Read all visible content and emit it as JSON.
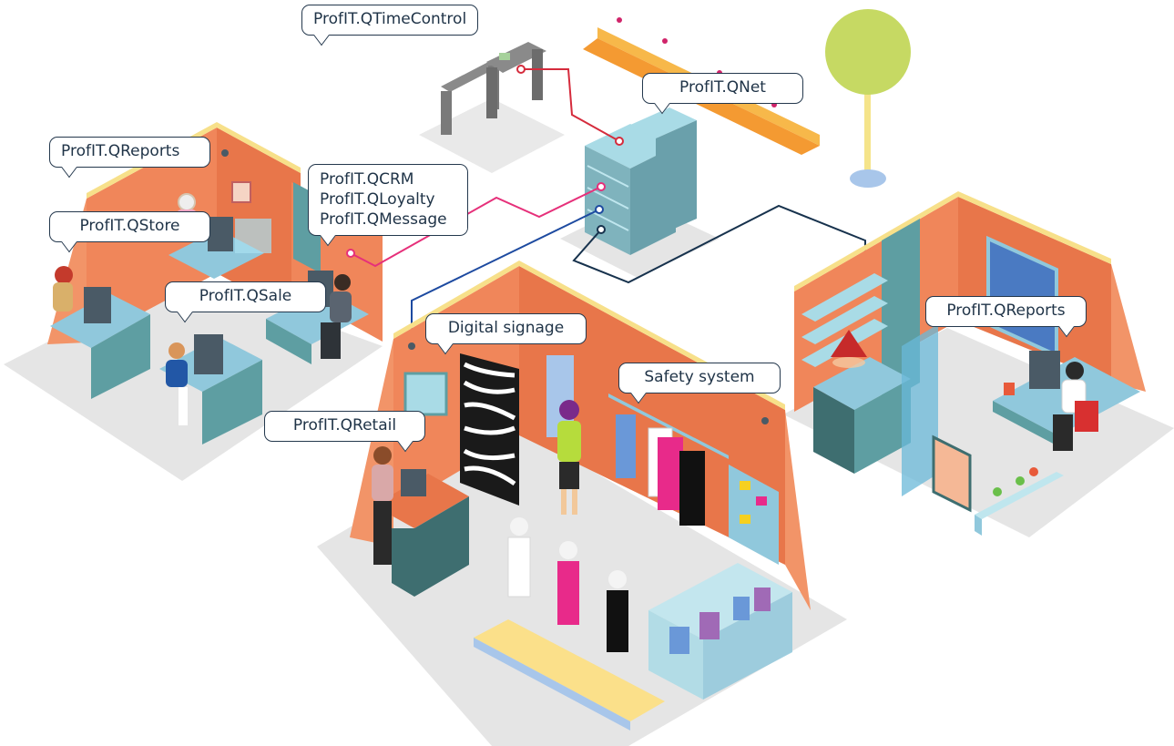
{
  "callouts": {
    "time_control": "ProfIT.QTimeControl",
    "net": "ProfIT.QNet",
    "reports_left": "ProfIT.QReports",
    "crm": "ProfIT.QCRM",
    "loyalty": "ProfIT.QLoyalty",
    "message": "ProfIT.QMessage",
    "store": "ProfIT.QStore",
    "sale": "ProfIT.QSale",
    "digital_signage": "Digital signage",
    "safety_system": "Safety system",
    "retail": "ProfIT.QRetail",
    "reports_right": "ProfIT.QReports"
  },
  "colors": {
    "floor": "#e5e5e5",
    "wall": "#f0865a",
    "wall_top": "#f7e08a",
    "teal": "#5e9ea2",
    "server": "#7fb3bd",
    "desk": "#90c8dc",
    "line_red": "#d52b3c",
    "line_pink": "#e6307a",
    "line_blue": "#1d4aa0",
    "line_navy": "#17324d",
    "callout_border": "#24384d",
    "tree": "#c6d963"
  }
}
